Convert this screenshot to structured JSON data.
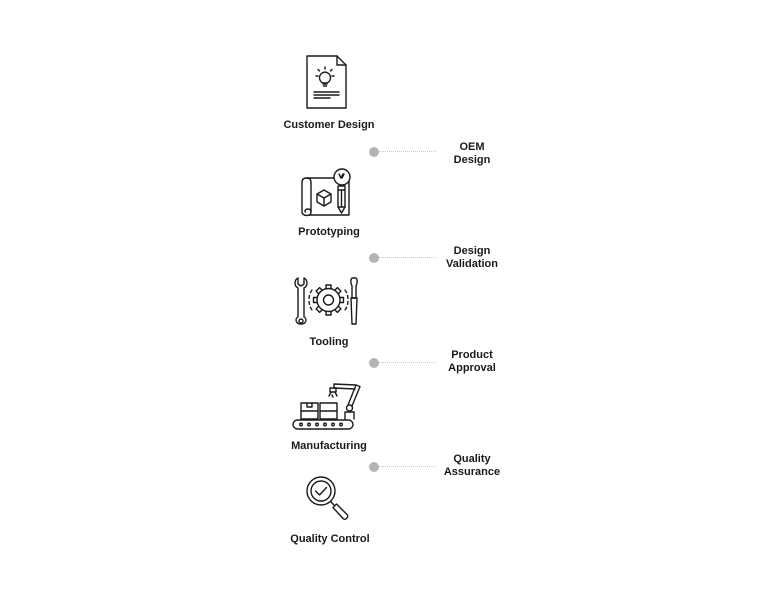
{
  "colors": {
    "ink": "#1a1a1a",
    "connector_dot": "#b5b5b0",
    "connector_line": "#c4c4c0"
  },
  "steps": [
    {
      "label": "Customer Design",
      "icon": "document-lightbulb-icon"
    },
    {
      "label": "Prototyping",
      "icon": "blueprint-prototype-icon"
    },
    {
      "label": "Tooling",
      "icon": "wrench-gear-screwdriver-icon"
    },
    {
      "label": "Manufacturing",
      "icon": "robot-arm-conveyor-icon"
    },
    {
      "label": "Quality Control",
      "icon": "magnifier-check-icon"
    }
  ],
  "transitions": [
    {
      "line1": "OEM",
      "line2": "Design"
    },
    {
      "line1": "Design",
      "line2": "Validation"
    },
    {
      "line1": "Product",
      "line2": "Approval"
    },
    {
      "line1": "Quality",
      "line2": "Assurance"
    }
  ]
}
